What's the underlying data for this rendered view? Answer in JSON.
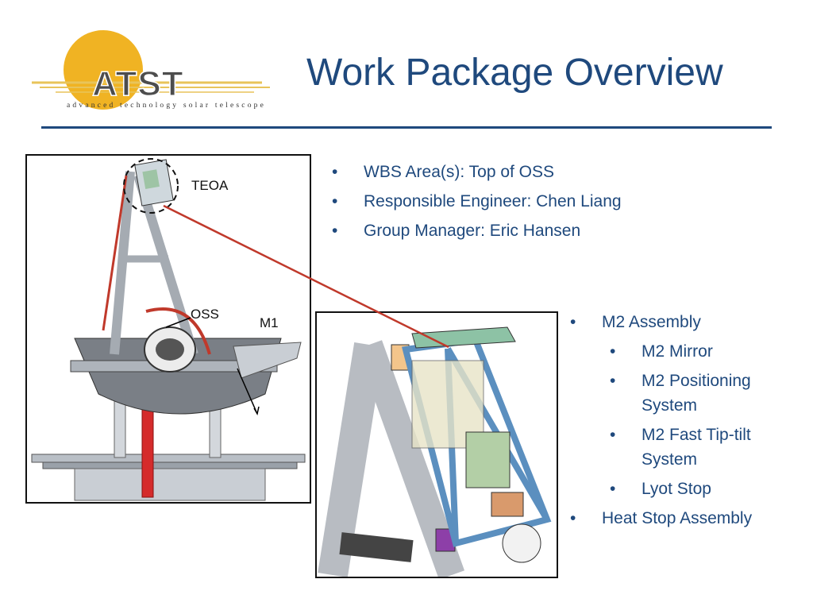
{
  "slide": {
    "title": "Work Package Overview"
  },
  "logo": {
    "text": "advanced technology solar telescope"
  },
  "wbs_bullets": [
    "WBS Area(s):  Top of OSS",
    "Responsible Engineer: Chen Liang",
    "Group Manager: Eric Hansen"
  ],
  "assembly_bullets": {
    "m2_assembly": "M2 Assembly",
    "m2_mirror": "M2 Mirror",
    "m2_positioning": "M2 Positioning System",
    "m2_fast_tip_tilt": "M2 Fast Tip-tilt System",
    "lyot_stop": "Lyot Stop",
    "heat_stop": "Heat Stop Assembly"
  },
  "diagram_labels": {
    "teoa": "TEOA",
    "oss": "OSS",
    "m1": "M1"
  },
  "colors": {
    "title": "#1f497d",
    "accent_red": "#c0392b",
    "logo_gold": "#f0b323"
  }
}
